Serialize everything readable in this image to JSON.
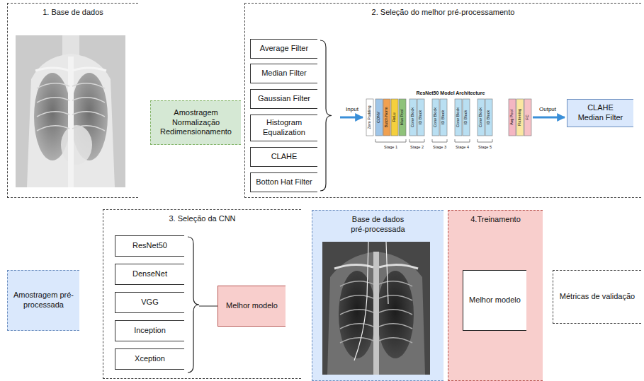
{
  "diagram": {
    "nodes": [
      {
        "text": [
          "1. Base de dados"
        ]
      },
      {
        "text": [
          "Amostragem Normalização Redimensionamento"
        ]
      },
      {
        "text": [
          "2. Seleção do melhor pré-processamento"
        ]
      },
      {
        "text": [
          "Average Filter"
        ],
        "in": 2
      },
      {
        "text": [
          "Median Filter"
        ],
        "in": 2
      },
      {
        "text": [
          "Gaussian Filter"
        ],
        "in": 2
      },
      {
        "text": [
          "Histogram Equalization"
        ],
        "in": 2
      },
      {
        "text": [
          "CLAHE"
        ],
        "in": 2
      },
      {
        "text": [
          "Botton Hat Filter"
        ],
        "in": 2
      },
      {
        "text": [
          "CLAHE Median Filter"
        ],
        "in": 2
      },
      {
        "text": [
          "Amostragem pré-processada"
        ]
      },
      {
        "text": [
          "3. Seleção da CNN"
        ]
      },
      {
        "text": [
          "ResNet50"
        ],
        "in": 11
      },
      {
        "text": [
          "DenseNet"
        ],
        "in": 11
      },
      {
        "text": [
          "VGG"
        ],
        "in": 11
      },
      {
        "text": [
          "Inception"
        ],
        "in": 11
      },
      {
        "text": [
          "Xception"
        ],
        "in": 11
      },
      {
        "text": [
          "Melhor modelo"
        ],
        "in": 11
      },
      {
        "text": [
          "Base de dados pré-processada"
        ]
      },
      {
        "text": [
          "4.Treinamento"
        ]
      },
      {
        "text": [
          "Melhor modelo"
        ],
        "in": 19
      },
      {
        "text": [
          "Métricas de validação"
        ]
      }
    ],
    "labels": [
      "Input",
      "ResNet50 Model Architecture",
      "Zero Padding",
      "CONV",
      "Batch Norm",
      "ReLu",
      "Max Pool",
      "Stage 1",
      "Conv Block",
      "ID Block",
      "Stage 2",
      "Conv Block",
      "ID Block",
      "Stage 3",
      "Conv Block",
      "ID Block",
      "Stage 4",
      "Conv Block",
      "ID Block",
      "Stage 5",
      "Avg Pool",
      "Flattening",
      "FC",
      "Output"
    ]
  }
}
